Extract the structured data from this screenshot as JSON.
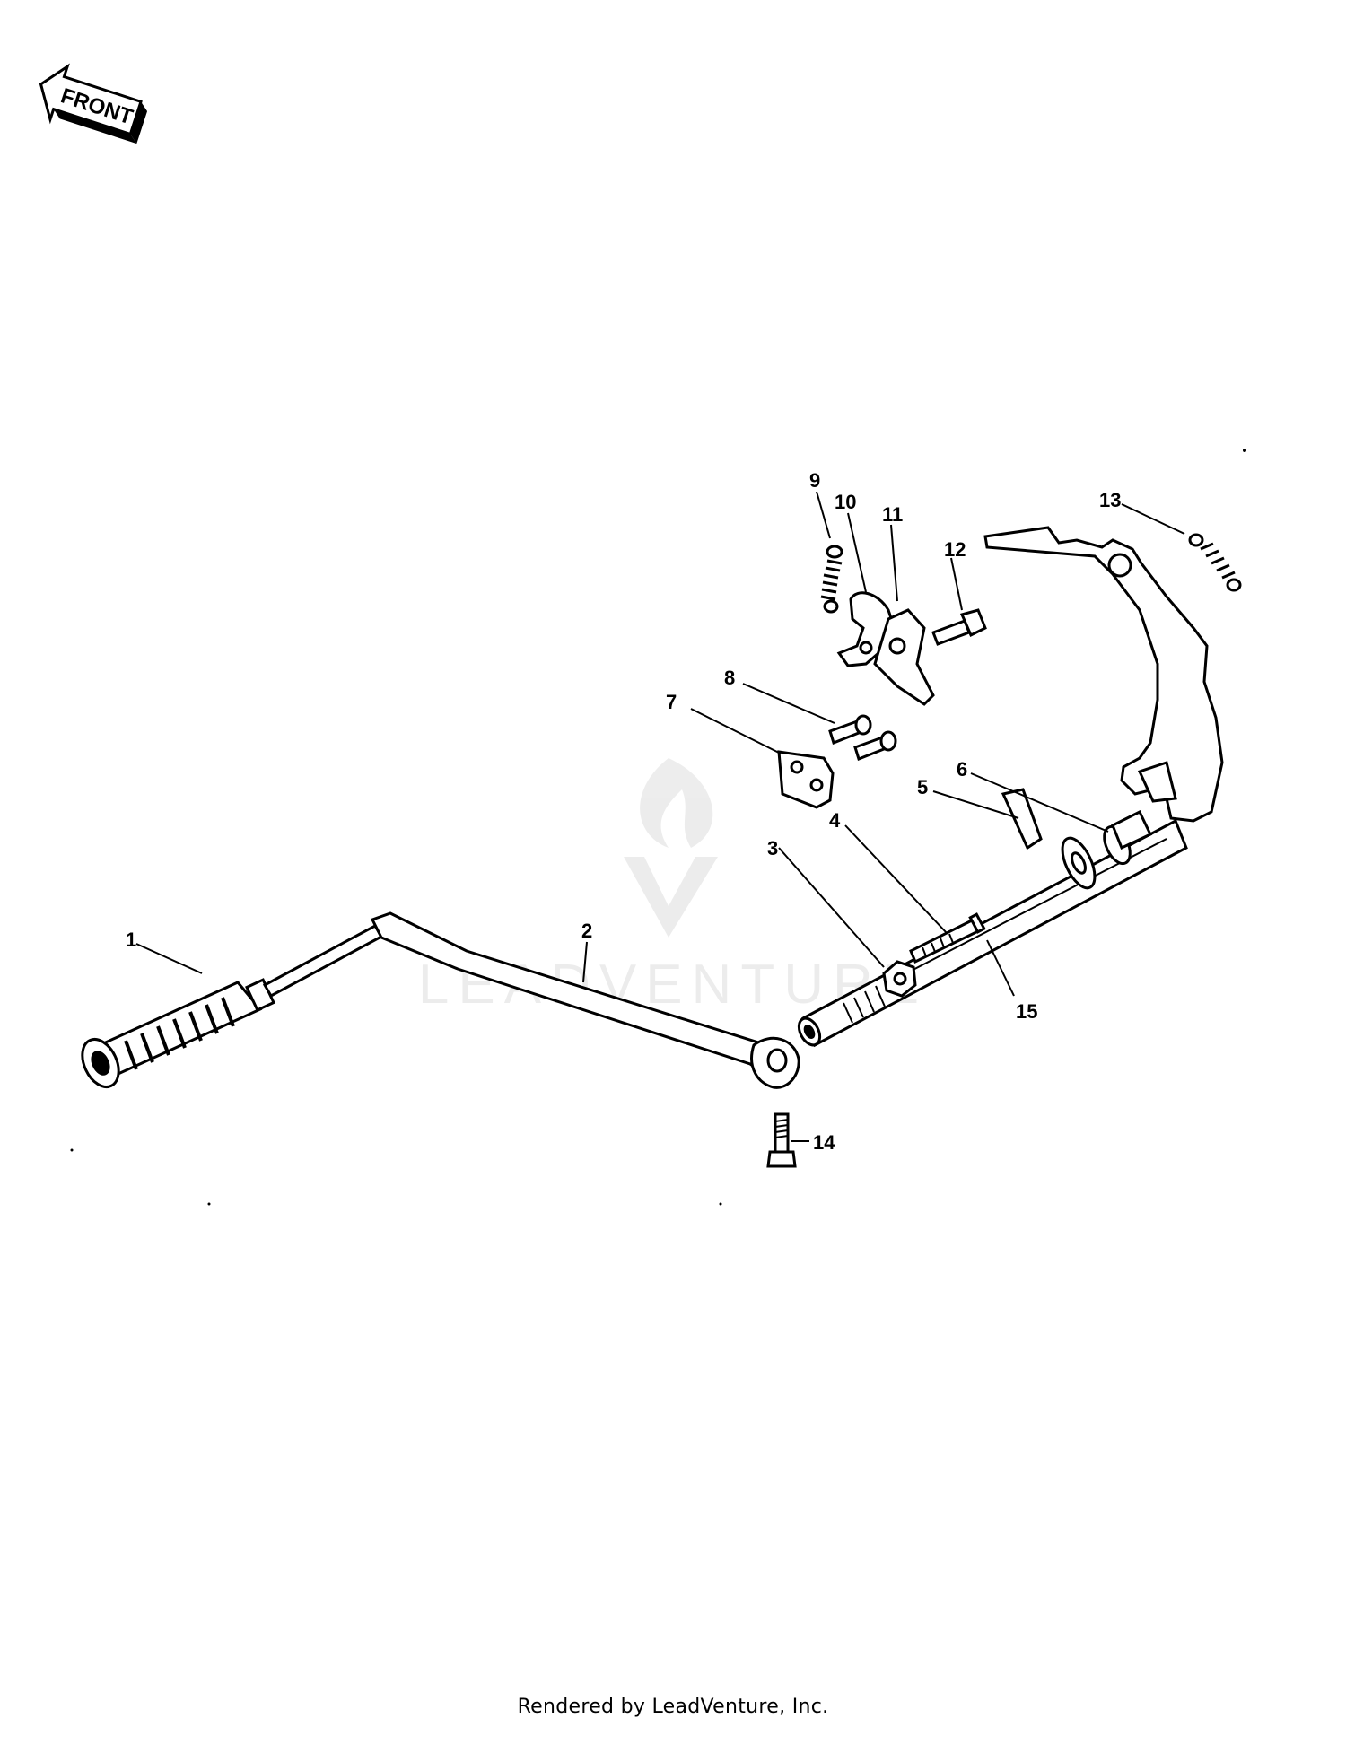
{
  "front_arrow": {
    "label": "FRONT",
    "icon": "front-arrow-icon"
  },
  "watermark": {
    "text": "LEADVENTURE",
    "icon": "leadventure-flame-logo-icon"
  },
  "callouts": [
    "1",
    "2",
    "3",
    "4",
    "5",
    "6",
    "7",
    "8",
    "9",
    "10",
    "11",
    "12",
    "13",
    "14",
    "15"
  ],
  "footer": {
    "text": "Rendered by LeadVenture, Inc."
  }
}
